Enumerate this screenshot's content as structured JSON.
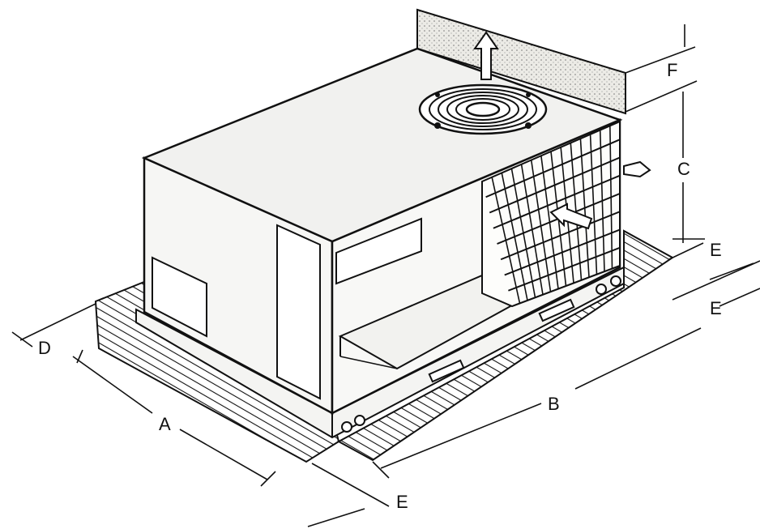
{
  "labels": {
    "A": "A",
    "B": "B",
    "C": "C",
    "D": "D",
    "E_top": "E",
    "E_mid": "E",
    "E_bottom": "E",
    "F": "F"
  },
  "colors": {
    "ink": "#111111",
    "paper": "#ffffff",
    "unit_fill": "#f4f4f2",
    "clearance_fill": "#e9e9e6"
  }
}
